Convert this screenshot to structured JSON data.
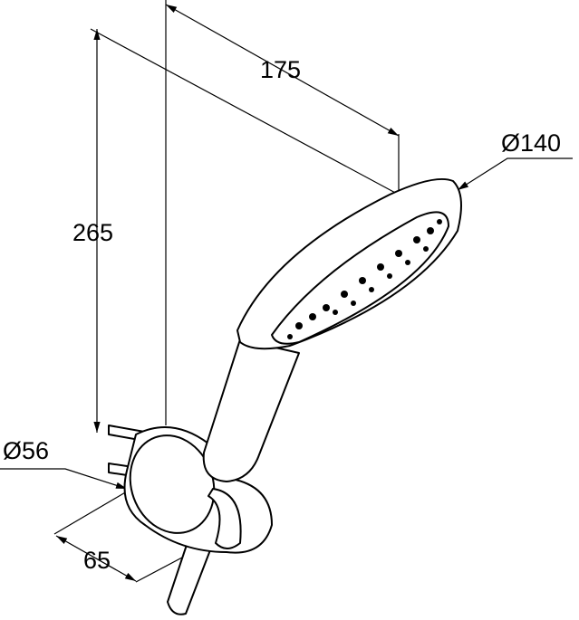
{
  "dimensions": {
    "width_175": "175",
    "height_265": "265",
    "head_diameter": "Ø140",
    "bracket_diameter": "Ø56",
    "depth_65": "65"
  }
}
